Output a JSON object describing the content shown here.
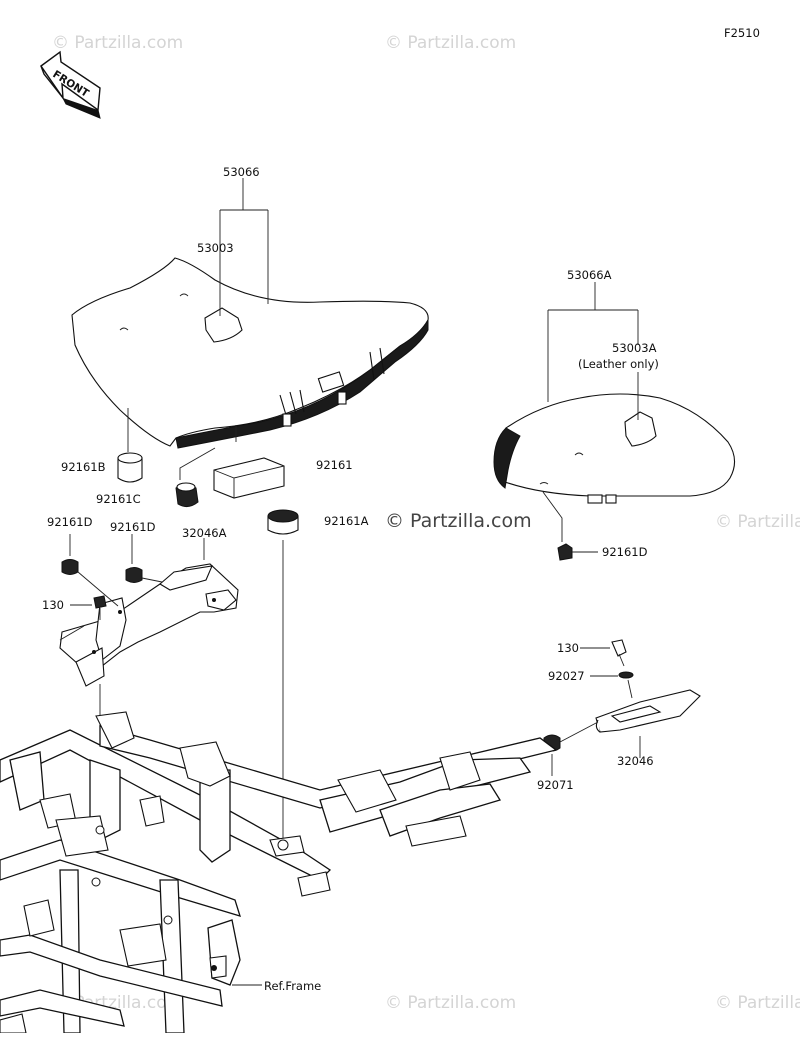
{
  "figure_code": "F2510",
  "front_arrow_label": "FRONT",
  "watermark_text": "© Partzilla.com",
  "callouts": {
    "seat_assy": "53066",
    "seat_cover": "53003",
    "rear_seat_assy": "53066A",
    "rear_seat_cover": "53003A",
    "rear_seat_note": "(Leather only)",
    "damper_b": "92161B",
    "damper": "92161",
    "damper_c": "92161C",
    "damper_a": "92161A",
    "damper_d_left": "92161D",
    "damper_d_mid": "92161D",
    "damper_d_right": "92161D",
    "bracket_a": "32046A",
    "bolt_left": "130",
    "bolt_right": "130",
    "collar": "92027",
    "bracket": "32046",
    "grommet": "92071",
    "ref_frame": "Ref.Frame"
  },
  "colors": {
    "line": "#111111",
    "watermark": "#d4d4d4"
  }
}
